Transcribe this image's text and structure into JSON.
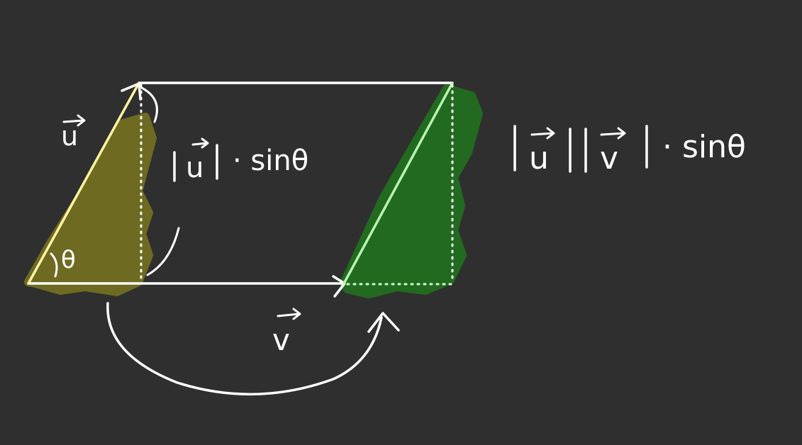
{
  "labels": {
    "u": "u",
    "v": "v",
    "theta": "θ",
    "height_expr_abs": "u",
    "height_expr_tail": "· sinθ",
    "area_u": "u",
    "area_v": "v",
    "area_tail": "· sinθ"
  },
  "colors": {
    "background": "#2f2f2f",
    "stroke": "#ffffff",
    "left_fill": "#6f6a22",
    "left_edge": "#fff4a0",
    "right_fill": "#226a1f",
    "right_edge": "#b8f5b0"
  }
}
